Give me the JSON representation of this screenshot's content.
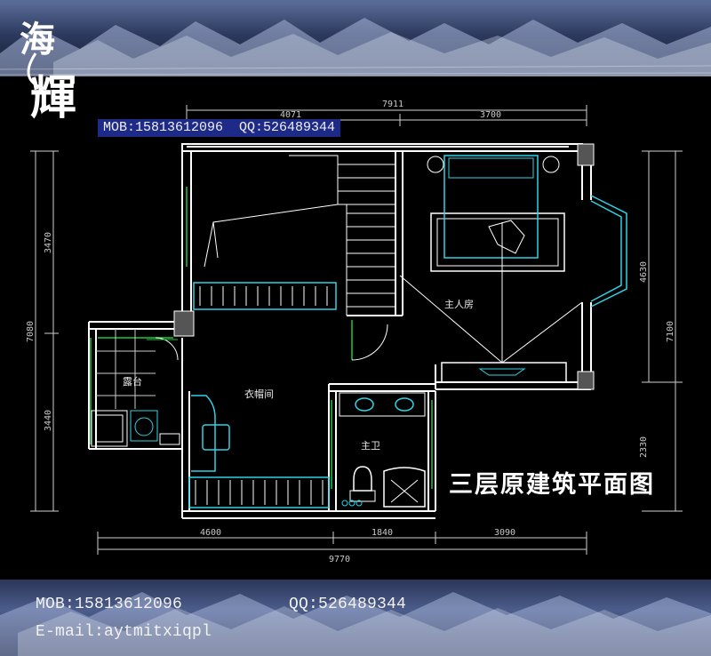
{
  "banner": {
    "contact_top": "MOB:15813612096  QQ:526489344"
  },
  "logo": {
    "glyphs": [
      "海",
      "輝"
    ]
  },
  "plan": {
    "title": "三层原建筑平面图",
    "rooms": {
      "master_bedroom": "主人房",
      "walk_in_closet": "衣帽间",
      "terrace": "露台",
      "master_bathroom": "主卫"
    },
    "dimensions": {
      "top_total": "7911",
      "top_left": "4071",
      "top_right": "3700",
      "left_total": "7080",
      "left_upper": "3470",
      "left_lower": "3440",
      "right_total": "7100",
      "right_upper": "4630",
      "right_lower": "2330",
      "bottom_a": "4600",
      "bottom_b": "1840",
      "bottom_c": "3090",
      "bottom_total": "9770"
    }
  },
  "footer": {
    "mobile": "MOB:15813612096",
    "qq": "QQ:526489344",
    "email": "E-mail:aytmitxiqpl"
  },
  "colors": {
    "wall": "#ffffff",
    "cyan": "#2fd3e6",
    "green": "#1ec83c",
    "banner_blue": "#1e2a88"
  }
}
